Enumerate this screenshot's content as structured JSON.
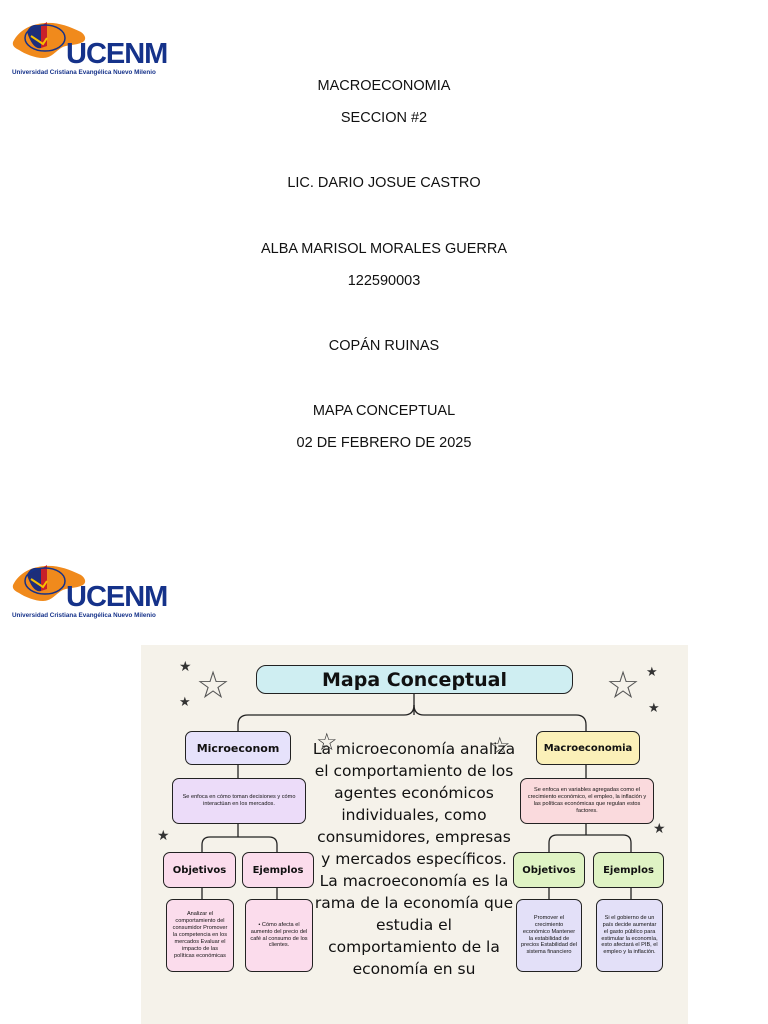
{
  "logo": {
    "name": "UCENM",
    "subtitle": "Universidad Cristiana Evangélica Nuevo Milenio"
  },
  "cover": {
    "course": "MACROECONOMIA",
    "section": "SECCION #2",
    "teacher": "LIC. DARIO JOSUE CASTRO",
    "student": "ALBA MARISOL MORALES GUERRA",
    "student_id": "122590003",
    "city": "COPÁN RUINAS",
    "assignment": "MAPA CONCEPTUAL",
    "date": "02 DE FEBRERO DE 2025"
  },
  "concept_map": {
    "title": "Mapa Conceptual",
    "left": {
      "heading": "Microeconom",
      "description": "Se enfoca en cómo toman decisiones y cómo interactúan en los mercados.",
      "objectives_label": "Objetivos",
      "examples_label": "Ejemplos",
      "objectives_text": "Analizar el comportamiento del consumidor Promover la competencia en los mercados Evaluar el impacto de las políticas económicas",
      "examples_text": "• Cómo afecta el aumento del precio del café al consumo de los clientes."
    },
    "right": {
      "heading": "Macroeconomia",
      "description": "Se enfoca en variables agregadas como el crecimiento económico, el empleo, la inflación y las políticas económicas que regulan estos factores.",
      "objectives_label": "Objetivos",
      "examples_label": "Ejemplos",
      "objectives_text": "Promover el crecimiento económico Mantener la estabilidad de precios Estabilidad del sistema financiero",
      "examples_text": "Si el gobierno de un país decide aumentar el gasto público para estimular la economía, esto afectará el PIB, el empleo y la inflación."
    },
    "center_text": "La microeconomía analiza el comportamiento de los agentes económicos individuales, como consumidores, empresas y mercados específicos. La macroeconomía es la rama de la economía que estudia el comportamiento de la economía en su",
    "colors": {
      "title_fill": "#cfeef2",
      "micro_fill": "#e6e2fb",
      "micro_desc_fill": "#ecdcf9",
      "pink_fill": "#fbdcec",
      "macro_fill": "#fbf0b8",
      "macro_desc_fill": "#fadadd",
      "green_fill": "#dff3c4",
      "lavender_fill": "#e3e0f8"
    }
  }
}
